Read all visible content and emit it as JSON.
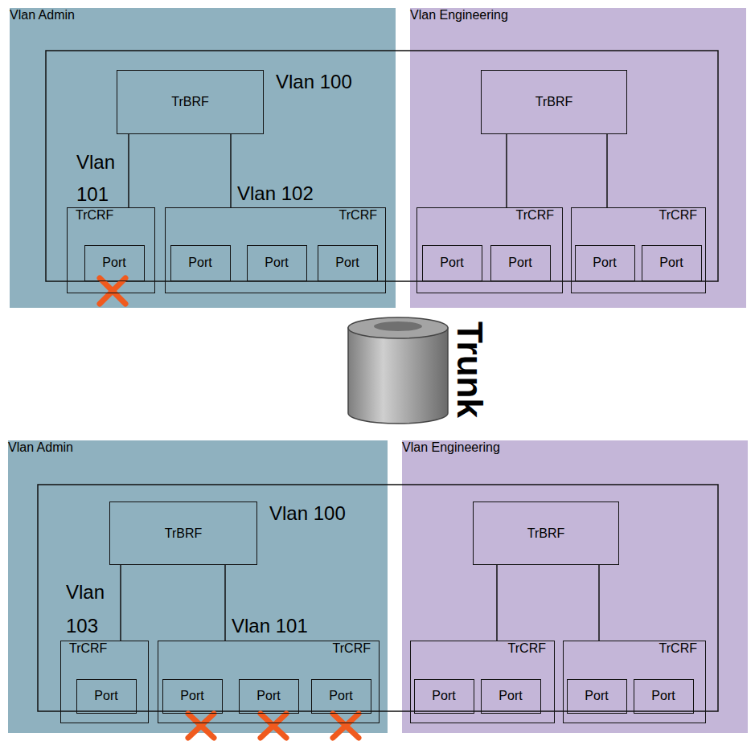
{
  "diagram": {
    "nodes": [
      {
        "text": [
          "Vlan Admin"
        ]
      },
      {
        "text": [
          "TrBRF",
          "Vlan 100"
        ],
        "in": 0
      },
      {
        "text": [
          "TrCRF"
        ],
        "in": 0
      },
      {
        "text": [
          "Port"
        ],
        "in": 2
      },
      {
        "text": [
          "TrCRF"
        ],
        "in": 0
      },
      {
        "text": [
          "Port"
        ],
        "in": 4
      },
      {
        "text": [
          "Port"
        ],
        "in": 4
      },
      {
        "text": [
          "Port"
        ],
        "in": 4
      },
      {
        "text": [
          "Vlan Engineering"
        ]
      },
      {
        "text": [
          "TrBRF"
        ],
        "in": 8
      },
      {
        "text": [
          "TrCRF"
        ],
        "in": 8
      },
      {
        "text": [
          "Port"
        ],
        "in": 10
      },
      {
        "text": [
          "Port"
        ],
        "in": 10
      },
      {
        "text": [
          "TrCRF"
        ],
        "in": 8
      },
      {
        "text": [
          "Port"
        ],
        "in": 13
      },
      {
        "text": [
          "Port"
        ],
        "in": 13
      },
      {
        "text": [
          "Vlan Admin"
        ]
      },
      {
        "text": [
          "TrBRF",
          "Vlan 100"
        ],
        "in": 16
      },
      {
        "text": [
          "TrCRF"
        ],
        "in": 16
      },
      {
        "text": [
          "Port"
        ],
        "in": 18
      },
      {
        "text": [
          "TrCRF"
        ],
        "in": 16
      },
      {
        "text": [
          "Port"
        ],
        "in": 20
      },
      {
        "text": [
          "Port"
        ],
        "in": 20
      },
      {
        "text": [
          "Port"
        ],
        "in": 20
      },
      {
        "text": [
          "Vlan Engineering"
        ]
      },
      {
        "text": [
          "TrBRF"
        ],
        "in": 24
      },
      {
        "text": [
          "TrCRF"
        ],
        "in": 24
      },
      {
        "text": [
          "Port"
        ],
        "in": 26
      },
      {
        "text": [
          "Port"
        ],
        "in": 26
      },
      {
        "text": [
          "TrCRF"
        ],
        "in": 24
      },
      {
        "text": [
          "Port"
        ],
        "in": 29
      },
      {
        "text": [
          "Port"
        ],
        "in": 29
      }
    ],
    "edges": [
      {
        "from": 1,
        "to": 2,
        "arrow": "none",
        "label": "Vlan 101"
      },
      {
        "from": 1,
        "to": 4,
        "arrow": "none",
        "label": "Vlan 102"
      },
      {
        "from": 9,
        "to": 10,
        "arrow": "none"
      },
      {
        "from": 9,
        "to": 13,
        "arrow": "none"
      },
      {
        "from": 17,
        "to": 18,
        "arrow": "none",
        "label": "Vlan 103"
      },
      {
        "from": 17,
        "to": 20,
        "arrow": "none",
        "label": "Vlan 101"
      },
      {
        "from": 25,
        "to": 26,
        "arrow": "none"
      },
      {
        "from": 25,
        "to": 29,
        "arrow": "none"
      }
    ],
    "labels": [
      "Trunk"
    ]
  }
}
